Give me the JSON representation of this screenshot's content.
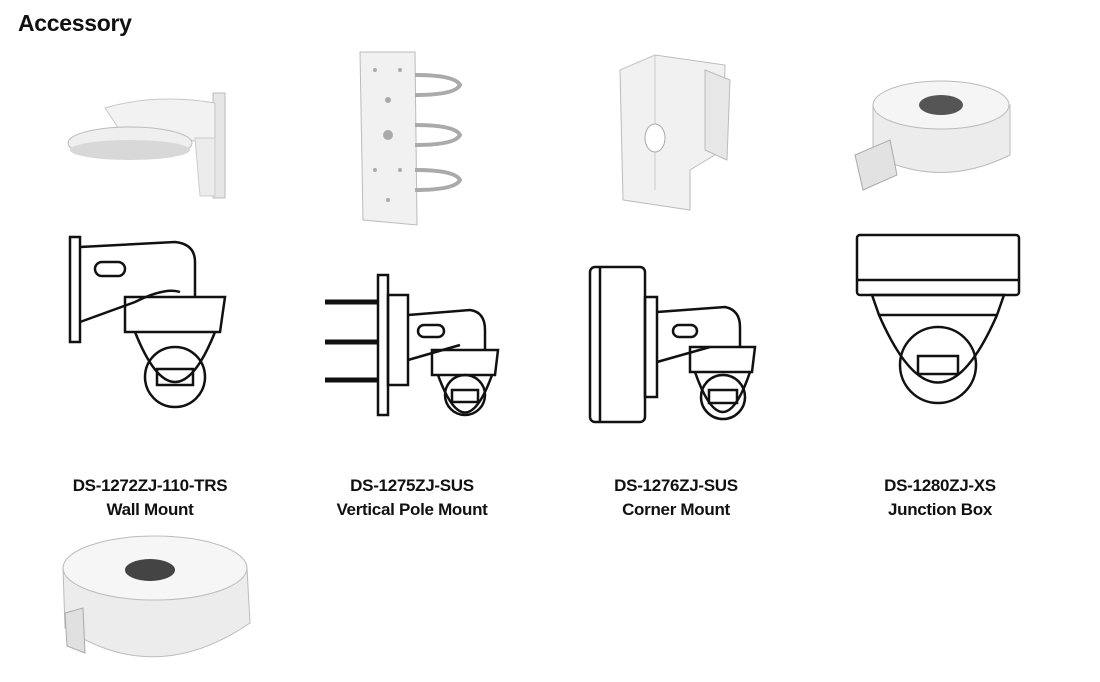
{
  "title": "Accessory",
  "products": [
    {
      "model": "DS-1272ZJ-110-TRS",
      "name": "Wall Mount"
    },
    {
      "model": "DS-1275ZJ-SUS",
      "name": "Vertical Pole Mount"
    },
    {
      "model": "DS-1276ZJ-SUS",
      "name": "Corner Mount"
    },
    {
      "model": "DS-1280ZJ-XS",
      "name": "Junction Box"
    }
  ]
}
